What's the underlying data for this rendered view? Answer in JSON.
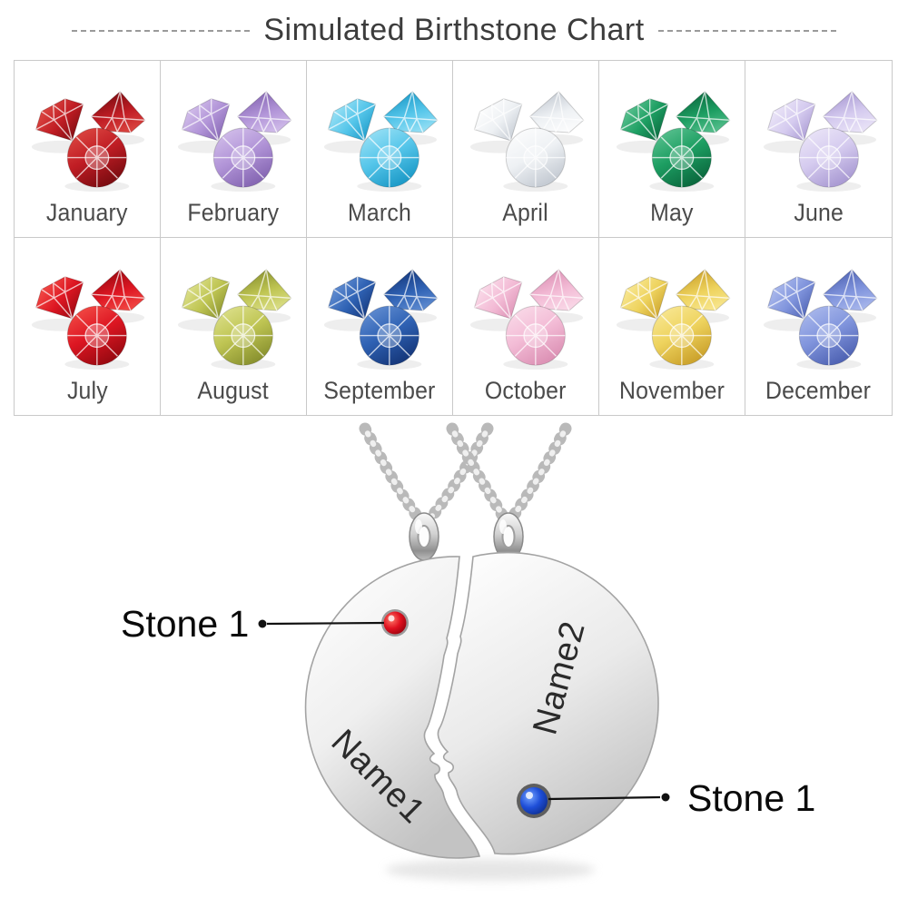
{
  "title": "Simulated Birthstone Chart",
  "months": [
    {
      "label": "January",
      "light": "#e25048",
      "mid": "#c01d24",
      "dark": "#7e0d12"
    },
    {
      "label": "February",
      "light": "#d9c7ee",
      "mid": "#b295d8",
      "dark": "#8768b4"
    },
    {
      "label": "March",
      "light": "#a8e6f7",
      "mid": "#56c6ea",
      "dark": "#1f9cc9"
    },
    {
      "label": "April",
      "light": "#ffffff",
      "mid": "#eef1f4",
      "dark": "#c6ccd4"
    },
    {
      "label": "May",
      "light": "#66c899",
      "mid": "#1d9e62",
      "dark": "#0c6b40"
    },
    {
      "label": "June",
      "light": "#efeaf9",
      "mid": "#d5cbef",
      "dark": "#ab9cd4"
    },
    {
      "label": "July",
      "light": "#f7574e",
      "mid": "#dd1622",
      "dark": "#9c0a12"
    },
    {
      "label": "August",
      "light": "#e2e596",
      "mid": "#bfc553",
      "dark": "#8c9431"
    },
    {
      "label": "September",
      "light": "#6d97d8",
      "mid": "#2f62b4",
      "dark": "#173a7e"
    },
    {
      "label": "October",
      "light": "#fbe0ec",
      "mid": "#f3bcd6",
      "dark": "#dd93b6"
    },
    {
      "label": "November",
      "light": "#faeb9e",
      "mid": "#eed35e",
      "dark": "#cda42e"
    },
    {
      "label": "December",
      "light": "#b3c0ef",
      "mid": "#8195dd",
      "dark": "#5165b5"
    }
  ],
  "pendant": {
    "name_left": "Name1",
    "name_right": "Name2",
    "callout_left": "Stone 1",
    "callout_right": "Stone 1",
    "stone_left_color": "#e0111f",
    "stone_right_color": "#1e4ed8",
    "metal_light": "#ffffff",
    "metal_dark": "#c3c3c3"
  }
}
